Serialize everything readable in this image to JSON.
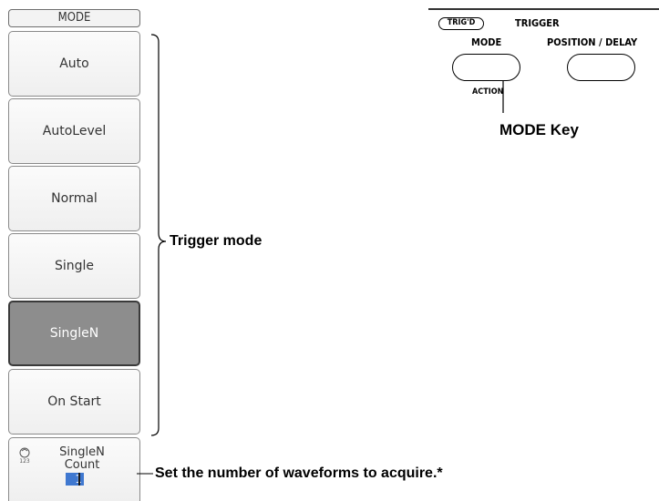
{
  "menu": {
    "title": "MODE",
    "items": [
      {
        "label": "Auto",
        "selected": false
      },
      {
        "label": "AutoLevel",
        "selected": false
      },
      {
        "label": "Normal",
        "selected": false
      },
      {
        "label": "Single",
        "selected": false
      },
      {
        "label": "SingleN",
        "selected": true
      },
      {
        "label": "On Start",
        "selected": false
      }
    ],
    "count_key": {
      "line1": "SingleN",
      "line2": "Count",
      "value": "1",
      "icon": "jog-dial-icon",
      "icon_text": "123"
    }
  },
  "annotations": {
    "trigger_mode": "Trigger mode",
    "count_note": "Set the number of waveforms to acquire.*",
    "mode_key": "MODE Key"
  },
  "panel": {
    "badge": "TRIG'D",
    "group": "TRIGGER",
    "mode_label": "MODE",
    "position_label": "POSITION / DELAY",
    "action_label": "ACTION"
  },
  "colors": {
    "selected_key": "#8d8d8d",
    "value_highlight": "#3f78d0"
  }
}
